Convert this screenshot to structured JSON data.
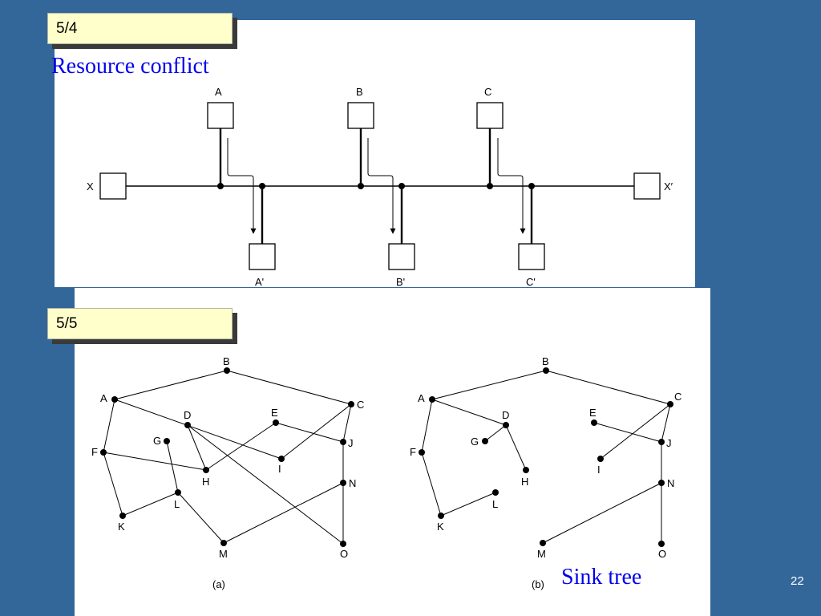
{
  "slide": {
    "page_number": "22",
    "colors": {
      "background": "#336699",
      "tag_fill": "#ffffcc",
      "title_blue": "#0000ee"
    }
  },
  "top_section": {
    "tag": "5/4",
    "title": "Resource conflict",
    "labels": {
      "A": "A",
      "B": "B",
      "C": "C",
      "A2": "A'",
      "B2": "B'",
      "C2": "C'",
      "X": "X",
      "X2": "X′"
    }
  },
  "bottom_section": {
    "tag": "5/5",
    "caption_a": "(a)",
    "caption_b": "(b)",
    "sink_title": "Sink tree",
    "nodes": [
      "A",
      "B",
      "C",
      "D",
      "E",
      "F",
      "G",
      "H",
      "I",
      "J",
      "K",
      "L",
      "M",
      "N",
      "O"
    ]
  }
}
